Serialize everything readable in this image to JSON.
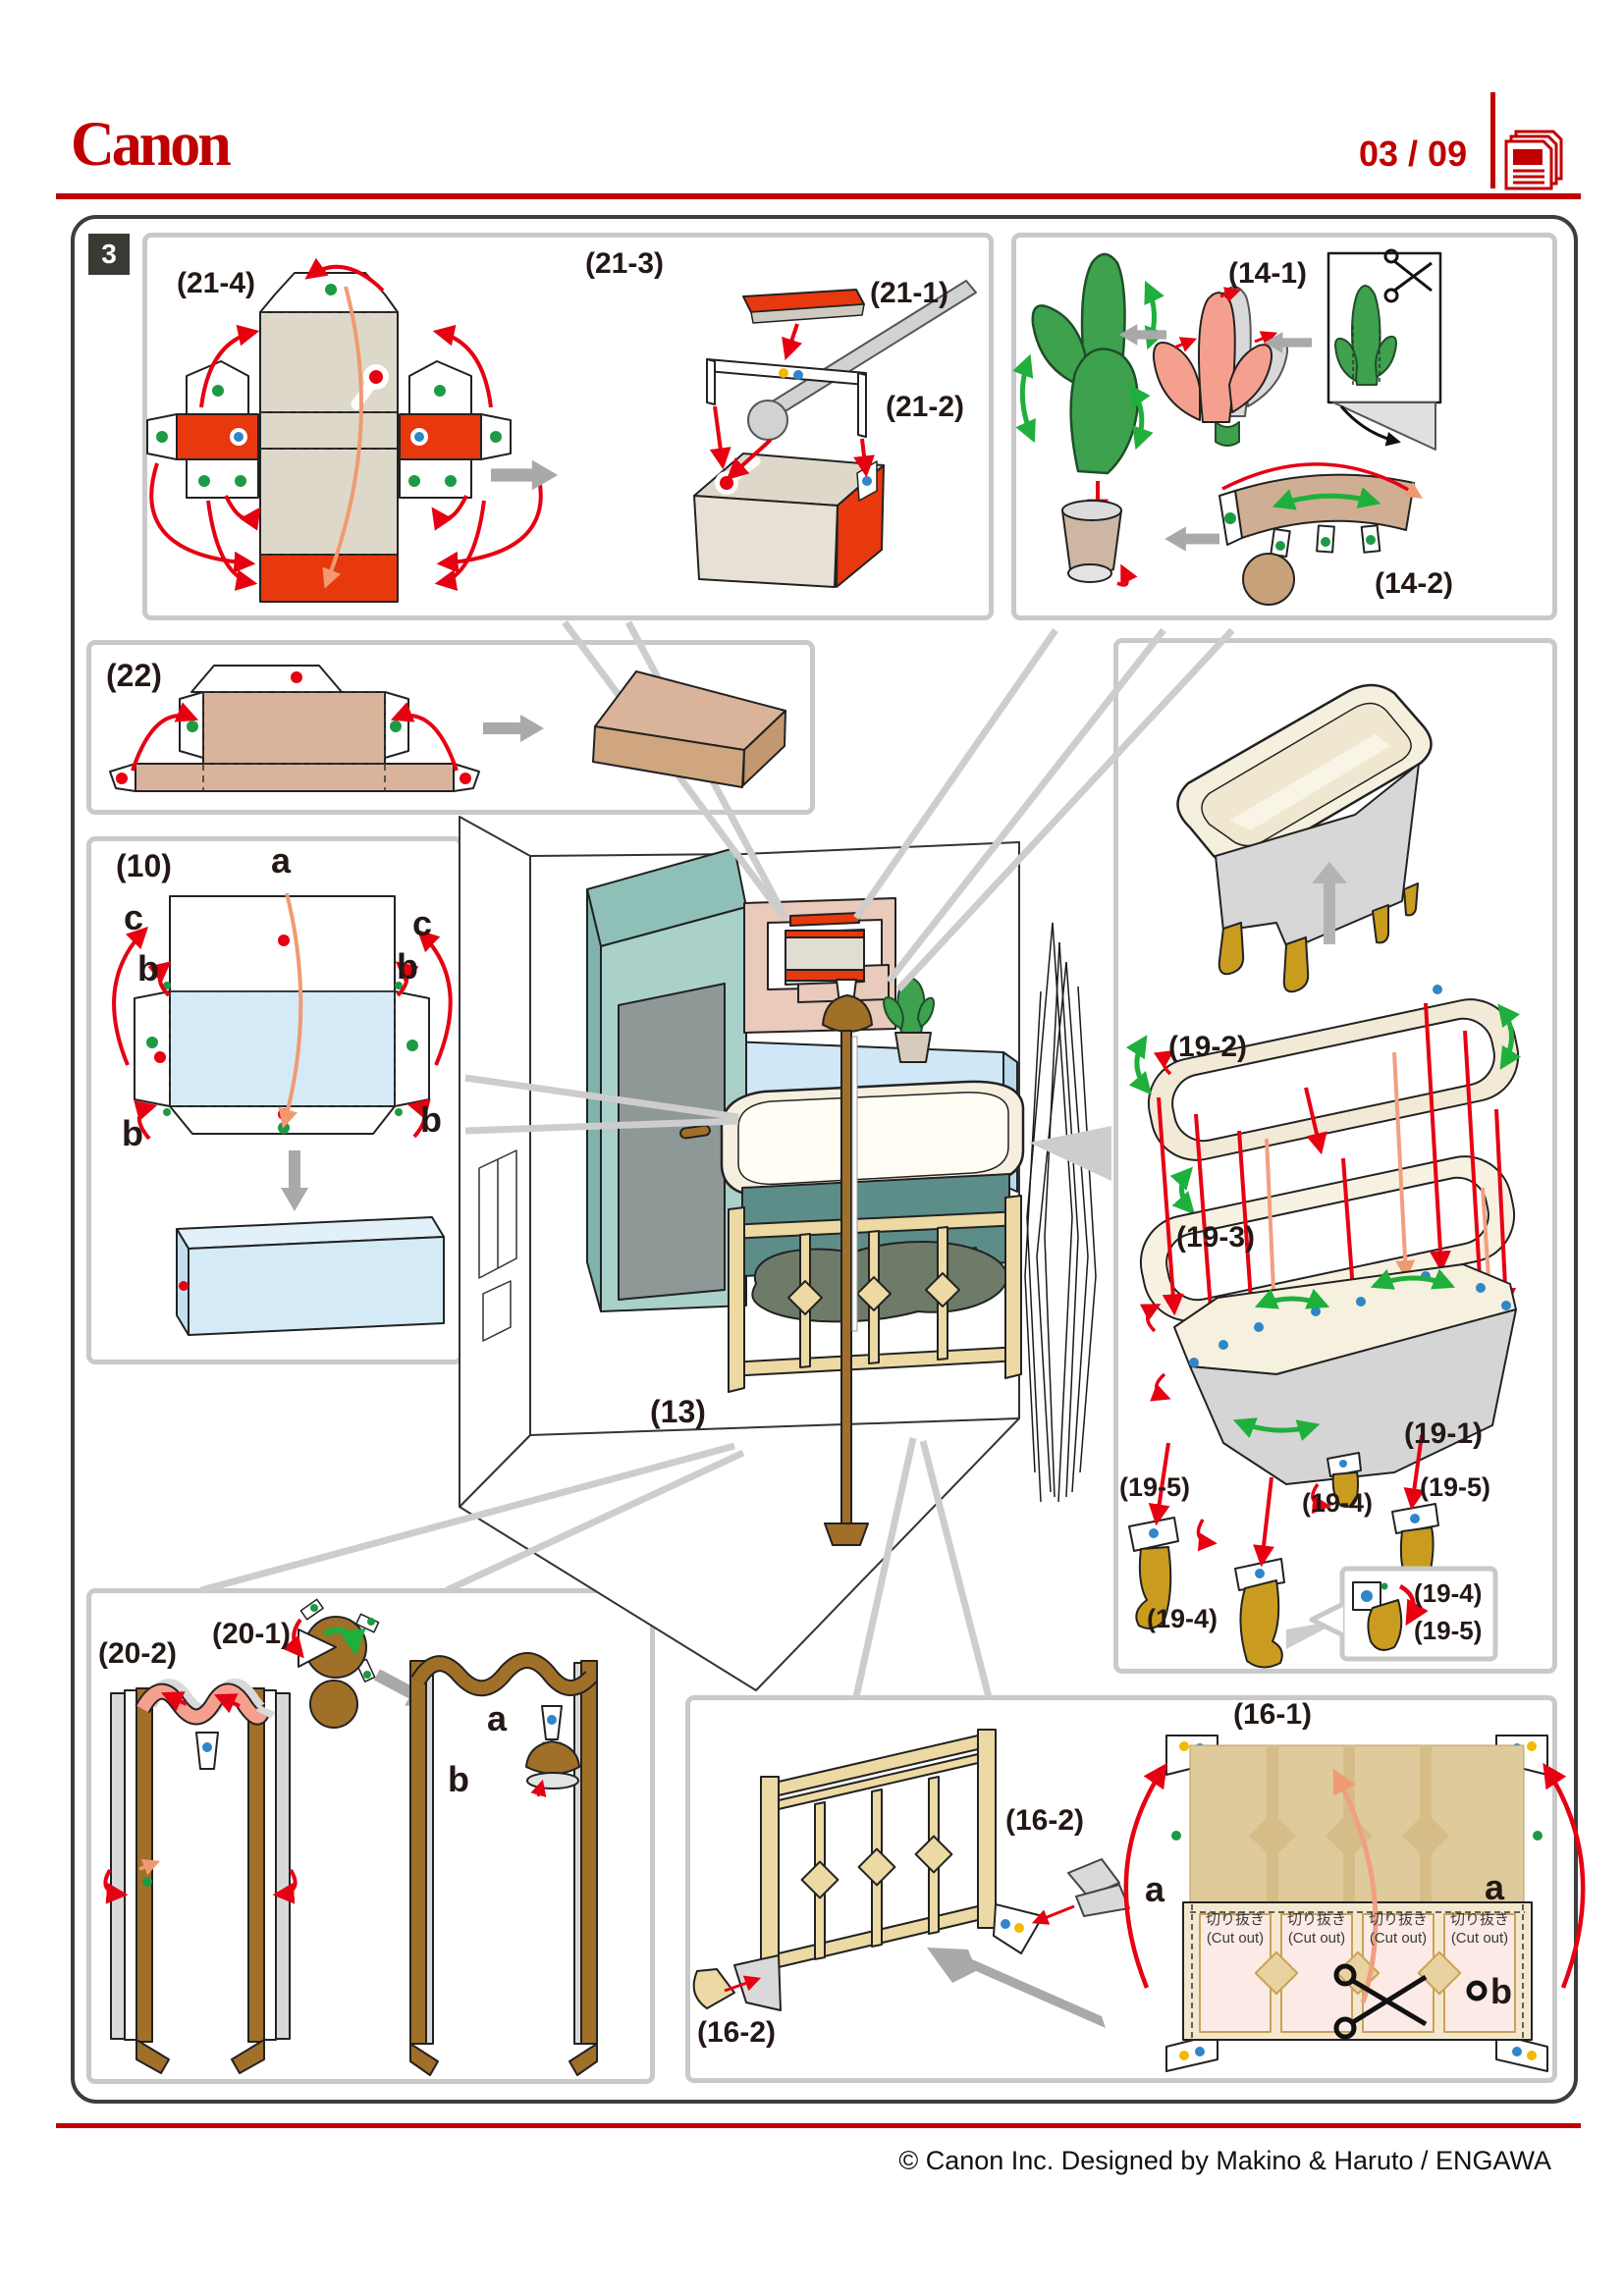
{
  "colors": {
    "brand_red": "#bf0000",
    "accent_red": "#e60012",
    "panel_border": "#c9c9c9",
    "frame_border": "#3d3d3d"
  },
  "header": {
    "brand": "Canon",
    "page_number": "03 / 09"
  },
  "step_badge": "3",
  "labels": {
    "p21": {
      "part4": "(21-4)",
      "part3": "(21-3)",
      "part1": "(21-1)",
      "part2": "(21-2)"
    },
    "p14": {
      "part1": "(14-1)",
      "part2": "(14-2)"
    },
    "p22": {
      "part": "(22)"
    },
    "p10": {
      "part": "(10)",
      "a": "a",
      "b": "b",
      "c": "c"
    },
    "room": {
      "part13": "(13)"
    },
    "p19": {
      "part1": "(19-1)",
      "part2": "(19-2)",
      "part3": "(19-3)",
      "part4": "(19-4)",
      "part5": "(19-5)"
    },
    "p20": {
      "part1": "(20-1)",
      "part2": "(20-2)",
      "a": "a",
      "b": "b"
    },
    "p16": {
      "part1": "(16-1)",
      "part2": "(16-2)",
      "a": "a",
      "b": "b",
      "cutout_jp": "切り抜き",
      "cutout_en": "(Cut out)"
    }
  },
  "footer": {
    "copyright": "© Canon Inc. Designed by Makino & Haruto / ENGAWA"
  }
}
